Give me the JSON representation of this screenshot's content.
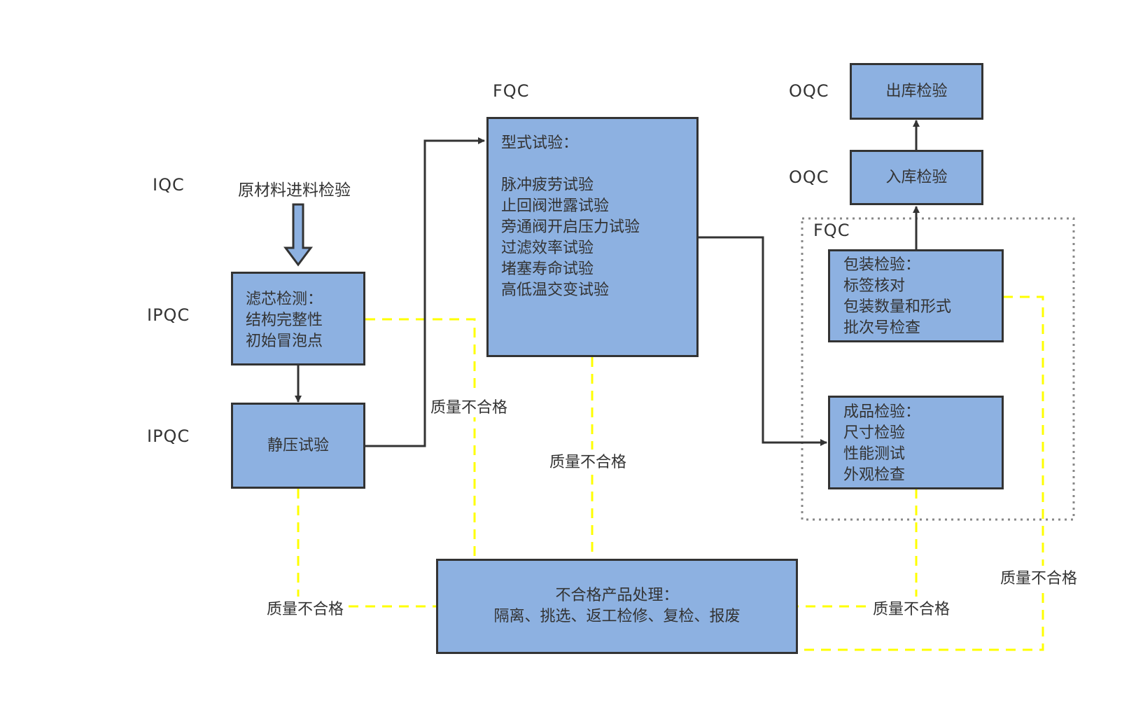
{
  "colors": {
    "box_fill": "#8db1e1",
    "box_border": "#333333",
    "flow_line": "#333333",
    "reject_line": "#ffff00",
    "group_border": "#888888",
    "text": "#333333"
  },
  "lanes": {
    "iqc": "IQC",
    "ipqc_1": "IPQC",
    "ipqc_2": "IPQC",
    "fqc_top": "FQC",
    "oqc_out": "OQC",
    "oqc_in": "OQC",
    "fqc_group": "FQC"
  },
  "nodes": {
    "raw_material": {
      "label": "原材料进料检验",
      "icon": "hollow-down-arrow-icon"
    },
    "filter_check": {
      "lines": [
        "滤芯检测：",
        "结构完整性",
        "初始冒泡点"
      ]
    },
    "static_pressure": {
      "lines": [
        "静压试验"
      ]
    },
    "type_test": {
      "lines": [
        "型式试验：",
        "",
        "脉冲疲劳试验",
        "止回阀泄露试验",
        "旁通阀开启压力试验",
        "过滤效率试验",
        "堵塞寿命试验",
        "高低温交变试验"
      ]
    },
    "outbound": {
      "lines": [
        "出库检验"
      ]
    },
    "inbound": {
      "lines": [
        "入库检验"
      ]
    },
    "packaging": {
      "lines": [
        "包装检验：",
        "标签核对",
        "包装数量和形式",
        "批次号检查"
      ]
    },
    "finished": {
      "lines": [
        "成品检验：",
        "尺寸检验",
        "性能测试",
        "外观检查"
      ]
    },
    "nonconforming": {
      "lines": [
        "不合格产品处理：",
        "隔离、挑选、返工检修、复检、报废"
      ]
    }
  },
  "reject_labels": {
    "from_static": "质量不合格",
    "from_filter": "质量不合格",
    "from_type_test": "质量不合格",
    "from_finished": "质量不合格",
    "from_packaging": "质量不合格"
  },
  "edges": [
    {
      "from": "raw_material",
      "to": "filter_check",
      "style": "hollow-arrow"
    },
    {
      "from": "filter_check",
      "to": "static_pressure",
      "style": "solid-arrow"
    },
    {
      "from": "static_pressure",
      "to": "type_test",
      "style": "solid-arrow"
    },
    {
      "from": "type_test",
      "to": "finished",
      "style": "solid-arrow"
    },
    {
      "from": "packaging",
      "to": "inbound",
      "style": "solid-arrow"
    },
    {
      "from": "inbound",
      "to": "outbound",
      "style": "solid-arrow"
    },
    {
      "from": "static_pressure",
      "to": "nonconforming",
      "style": "yellow-dashed",
      "label": "质量不合格"
    },
    {
      "from": "filter_check",
      "to": "nonconforming",
      "style": "yellow-dashed",
      "label": "质量不合格"
    },
    {
      "from": "type_test",
      "to": "nonconforming",
      "style": "yellow-dashed",
      "label": "质量不合格"
    },
    {
      "from": "finished",
      "to": "nonconforming",
      "style": "yellow-dashed",
      "label": "质量不合格"
    },
    {
      "from": "packaging",
      "to": "nonconforming",
      "style": "yellow-dashed",
      "label": "质量不合格"
    }
  ]
}
